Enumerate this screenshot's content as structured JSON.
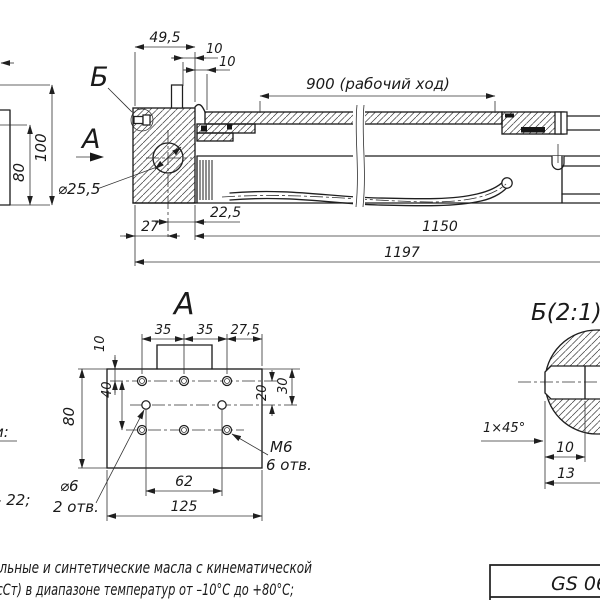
{
  "page": {
    "background": "#ffffff",
    "line_color": "#1f1f1f"
  },
  "main_view": {
    "marker_b": "Б",
    "marker_a": "А",
    "dim_block_width": "49,5",
    "dim_stub_a": "10",
    "dim_stub_b": "10",
    "dim_stroke": "900 (рабочий ход)",
    "dim_side_80": "80",
    "dim_side_100": "100",
    "port_diameter": "⌀25,5",
    "dim_27": "27",
    "dim_22_5": "22,5",
    "dim_1150": "1150",
    "dim_1197": "1197"
  },
  "view_a": {
    "title": "А",
    "dim_35_left": "35",
    "dim_35_right": "35",
    "dim_27_5": "27,5",
    "dim_10": "10",
    "dim_40": "40",
    "dim_80": "80",
    "dim_20": "20",
    "dim_30": "30",
    "dim_62": "62",
    "dim_125": "125",
    "callout_m6": "М6",
    "callout_m6_qty": "6 отв.",
    "callout_d6": "⌀6",
    "callout_d6_qty": "2 отв."
  },
  "detail_b": {
    "title": "Б(2:1)",
    "chamfer": "1×45°",
    "dim_10": "10",
    "dim_13": "13"
  },
  "side_fragments": {
    "fragment_1": "и:",
    "fragment_2": "– 22;"
  },
  "notes": {
    "line_1": "альные и синтетические масла с кинематической",
    "line_2": "(сСт) в диапазоне температур от –10°С до +80°С;"
  },
  "title_block": {
    "designation": "GS 06"
  }
}
